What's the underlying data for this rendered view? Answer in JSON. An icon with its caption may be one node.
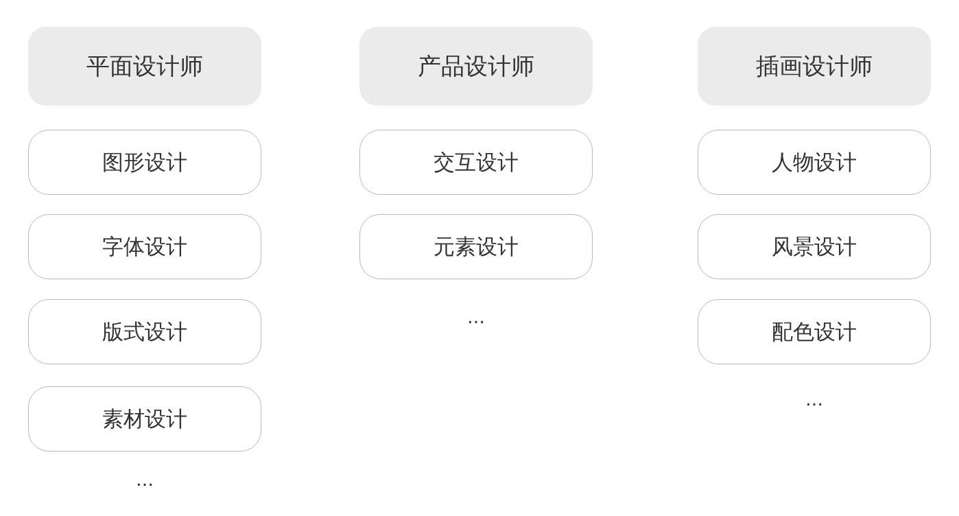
{
  "diagram": {
    "nodes": [
      {
        "text": [
          "平面设计师"
        ]
      },
      {
        "text": [
          "图形设计"
        ]
      },
      {
        "text": [
          "字体设计"
        ]
      },
      {
        "text": [
          "版式设计"
        ]
      },
      {
        "text": [
          "素材设计"
        ]
      },
      {
        "text": [
          "产品设计师"
        ]
      },
      {
        "text": [
          "交互设计"
        ]
      },
      {
        "text": [
          "元素设计"
        ]
      },
      {
        "text": [
          "插画设计师"
        ]
      },
      {
        "text": [
          "人物设计"
        ]
      },
      {
        "text": [
          "风景设计"
        ]
      },
      {
        "text": [
          "配色设计"
        ]
      }
    ],
    "labels": [
      "…",
      "…",
      "…"
    ]
  }
}
